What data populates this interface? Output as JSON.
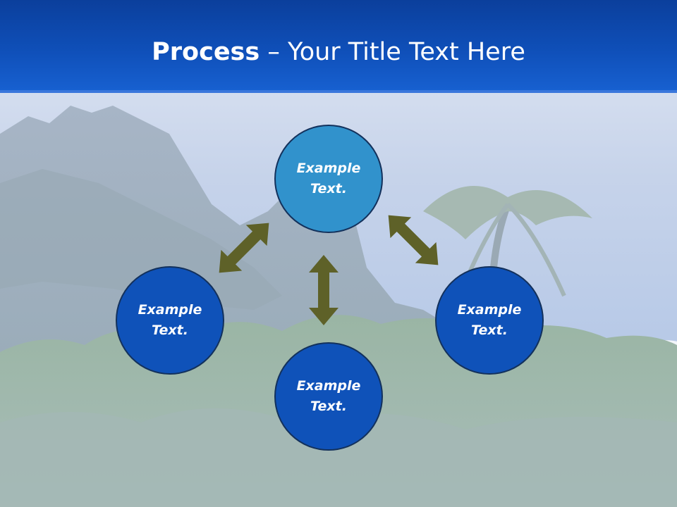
{
  "slide": {
    "title_bold": "Process",
    "title_rest": " – Your Title Text Here"
  },
  "nodes": {
    "top": "Example Text.",
    "left": "Example Text.",
    "bottom": "Example Text.",
    "right": "Example Text."
  },
  "colors": {
    "title_bar": "#0f4fb8",
    "node_top": "#3192cc",
    "node_other": "#0f52b9",
    "node_border": "#13315c",
    "arrow": "#5e6128"
  },
  "icons": {
    "arrow": "double-headed-arrow"
  }
}
